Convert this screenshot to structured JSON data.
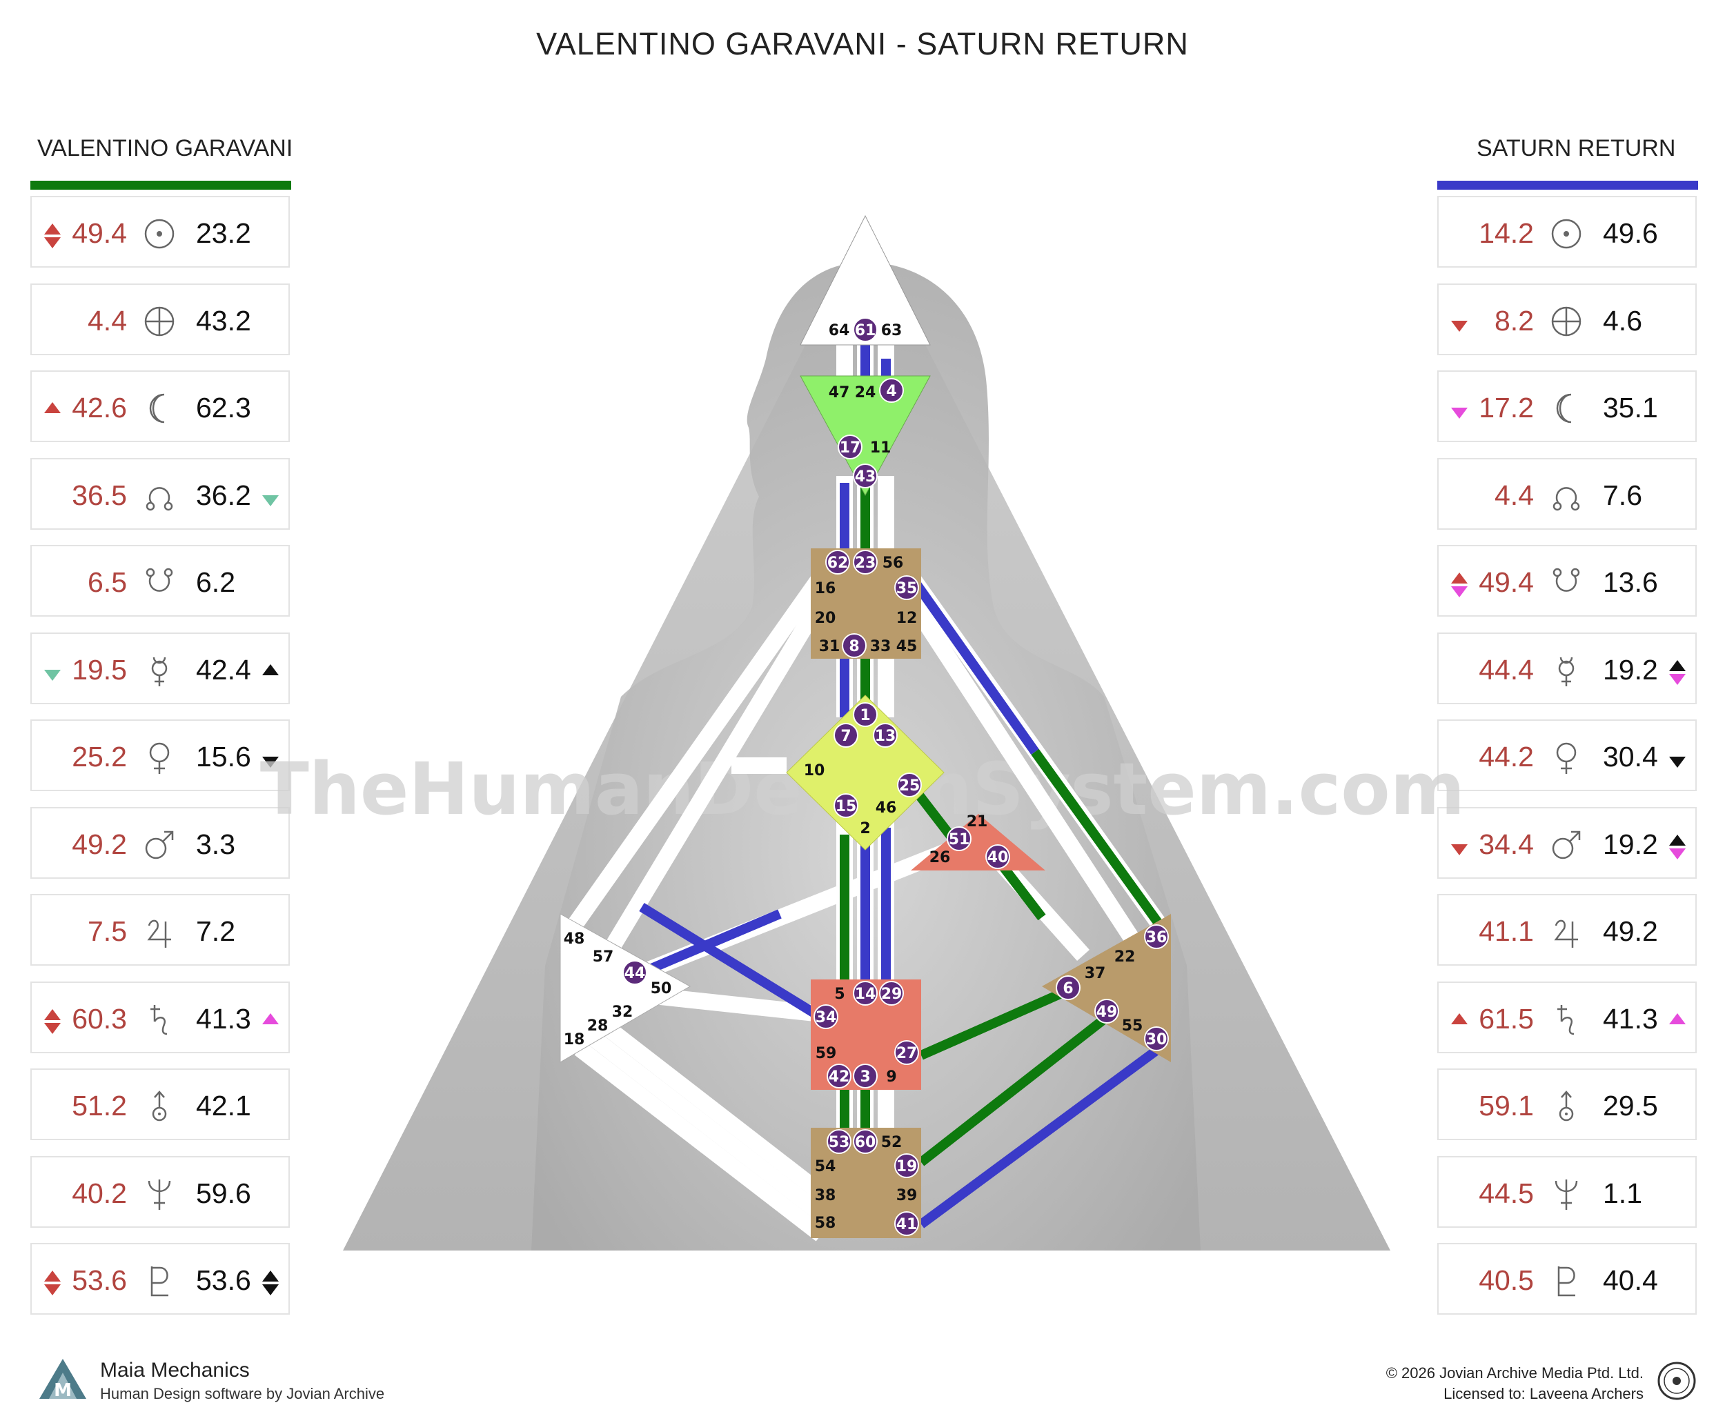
{
  "title": "VALENTINO GARAVANI - SATURN RETURN",
  "design_column": {
    "heading": "VALENTINO GARAVANI",
    "color": "#0e7a0e",
    "rows": [
      {
        "planet": "sun-icon",
        "design": "49.4",
        "personality": "23.2",
        "left_arrow": "up-down-red",
        "right_arrow": ""
      },
      {
        "planet": "earth-icon",
        "design": "4.4",
        "personality": "43.2",
        "left_arrow": "",
        "right_arrow": ""
      },
      {
        "planet": "moon-icon",
        "design": "42.6",
        "personality": "62.3",
        "left_arrow": "up-red",
        "right_arrow": ""
      },
      {
        "planet": "north-node-icon",
        "design": "36.5",
        "personality": "36.2",
        "left_arrow": "",
        "right_arrow": "down-teal"
      },
      {
        "planet": "south-node-icon",
        "design": "6.5",
        "personality": "6.2",
        "left_arrow": "",
        "right_arrow": ""
      },
      {
        "planet": "mercury-icon",
        "design": "19.5",
        "personality": "42.4",
        "left_arrow": "down-teal",
        "right_arrow": "up-black"
      },
      {
        "planet": "venus-icon",
        "design": "25.2",
        "personality": "15.6",
        "left_arrow": "",
        "right_arrow": "down-black"
      },
      {
        "planet": "mars-icon",
        "design": "49.2",
        "personality": "3.3",
        "left_arrow": "",
        "right_arrow": ""
      },
      {
        "planet": "jupiter-icon",
        "design": "7.5",
        "personality": "7.2",
        "left_arrow": "",
        "right_arrow": ""
      },
      {
        "planet": "saturn-icon",
        "design": "60.3",
        "personality": "41.3",
        "left_arrow": "up-down-red",
        "right_arrow": "up-magenta"
      },
      {
        "planet": "uranus-icon",
        "design": "51.2",
        "personality": "42.1",
        "left_arrow": "",
        "right_arrow": ""
      },
      {
        "planet": "neptune-icon",
        "design": "40.2",
        "personality": "59.6",
        "left_arrow": "",
        "right_arrow": ""
      },
      {
        "planet": "pluto-icon",
        "design": "53.6",
        "personality": "53.6",
        "left_arrow": "up-down-red",
        "right_arrow": "up-down-black"
      }
    ]
  },
  "transit_column": {
    "heading": "SATURN RETURN",
    "color": "#3a3ac8",
    "rows": [
      {
        "planet": "sun-icon",
        "design": "14.2",
        "personality": "49.6",
        "left_arrow": "",
        "right_arrow": ""
      },
      {
        "planet": "earth-icon",
        "design": "8.2",
        "personality": "4.6",
        "left_arrow": "down-red",
        "right_arrow": ""
      },
      {
        "planet": "moon-icon",
        "design": "17.2",
        "personality": "35.1",
        "left_arrow": "down-magenta",
        "right_arrow": ""
      },
      {
        "planet": "north-node-icon",
        "design": "4.4",
        "personality": "7.6",
        "left_arrow": "",
        "right_arrow": ""
      },
      {
        "planet": "south-node-icon",
        "design": "49.4",
        "personality": "13.6",
        "left_arrow": "up-red-down-magenta",
        "right_arrow": ""
      },
      {
        "planet": "mercury-icon",
        "design": "44.4",
        "personality": "19.2",
        "left_arrow": "",
        "right_arrow": "up-black-down-magenta"
      },
      {
        "planet": "venus-icon",
        "design": "44.2",
        "personality": "30.4",
        "left_arrow": "",
        "right_arrow": "down-black"
      },
      {
        "planet": "mars-icon",
        "design": "34.4",
        "personality": "19.2",
        "left_arrow": "down-red",
        "right_arrow": "up-black-down-magenta"
      },
      {
        "planet": "jupiter-icon",
        "design": "41.1",
        "personality": "49.2",
        "left_arrow": "",
        "right_arrow": ""
      },
      {
        "planet": "saturn-icon",
        "design": "61.5",
        "personality": "41.3",
        "left_arrow": "up-red",
        "right_arrow": "up-magenta"
      },
      {
        "planet": "uranus-icon",
        "design": "59.1",
        "personality": "29.5",
        "left_arrow": "",
        "right_arrow": ""
      },
      {
        "planet": "neptune-icon",
        "design": "44.5",
        "personality": "1.1",
        "left_arrow": "",
        "right_arrow": ""
      },
      {
        "planet": "pluto-icon",
        "design": "40.5",
        "personality": "40.4",
        "left_arrow": "",
        "right_arrow": ""
      }
    ]
  },
  "watermark": "TheHumanDesignSystem.com",
  "colors": {
    "design_red": "#b0443f",
    "activated_green": "#0e7a0e",
    "transit_blue": "#3a3ac8",
    "gate_purple": "#5b2a7a",
    "center_tan": "#b99b6b",
    "center_head_white": "#ffffff",
    "center_ajna_green": "#8ff06a",
    "center_g_yellow": "#dff06a",
    "center_sacral_red": "#e77a68",
    "center_ego_red": "#e77a68"
  },
  "gates": {
    "head": [
      "64",
      "61",
      "63"
    ],
    "ajna": [
      "47",
      "24",
      "4",
      "17",
      "11",
      "43"
    ],
    "throat": [
      "62",
      "23",
      "56",
      "16",
      "35",
      "20",
      "12",
      "31",
      "8",
      "33",
      "45"
    ],
    "g": [
      "1",
      "7",
      "13",
      "10",
      "25",
      "15",
      "46",
      "2"
    ],
    "ego": [
      "21",
      "51",
      "26",
      "40"
    ],
    "spleen": [
      "48",
      "57",
      "44",
      "50",
      "32",
      "28",
      "18"
    ],
    "sacral": [
      "5",
      "14",
      "29",
      "34",
      "27",
      "59",
      "42",
      "3",
      "9"
    ],
    "solar_plexus": [
      "36",
      "22",
      "37",
      "6",
      "49",
      "55",
      "30"
    ],
    "root": [
      "53",
      "60",
      "52",
      "54",
      "19",
      "38",
      "39",
      "58",
      "41"
    ]
  },
  "footer": {
    "brand": "Maia Mechanics",
    "brand_sub": "Human Design software by Jovian Archive",
    "copyright": "© 2026 Jovian Archive Media Ptd. Ltd.",
    "licensed": "Licensed to: Laveena Archers"
  }
}
